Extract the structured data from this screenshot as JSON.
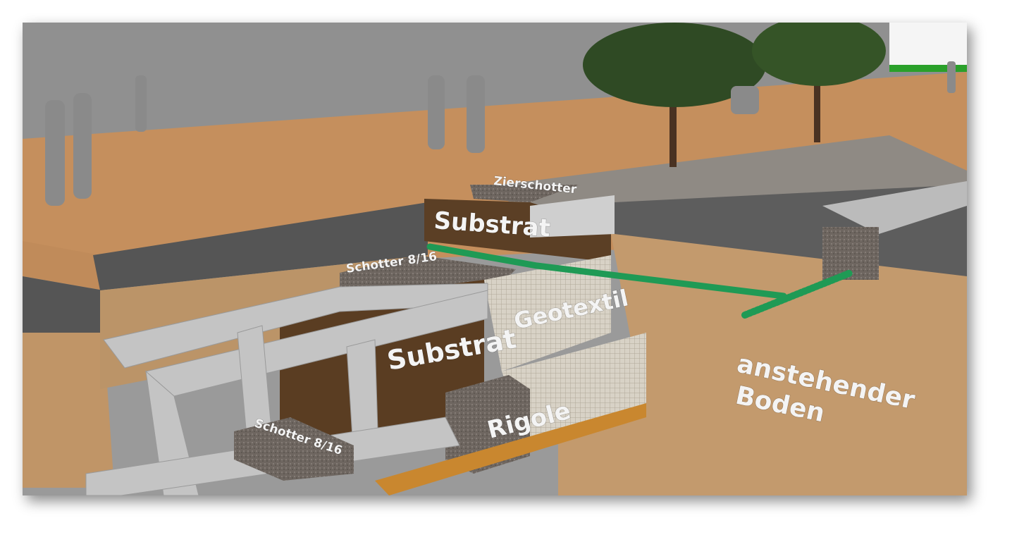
{
  "labels": {
    "zierschotter": "Zierschotter",
    "substrat_top": "Substrat",
    "schotter_upper": "Schotter 8/16",
    "geotextil": "Geotextil",
    "substrat_main": "Substrat",
    "rigole": "Rigole",
    "schotter_lower": "Schotter 8/16",
    "boden_line1": "anstehender",
    "boden_line2": "Boden"
  },
  "colors": {
    "wall": "#8f8f8f",
    "ground": "#c7915f",
    "soil": "#c49a6c",
    "substrat": "#5a3d22",
    "pipe": "#1f9a55",
    "concrete": "#bdbdbd"
  }
}
